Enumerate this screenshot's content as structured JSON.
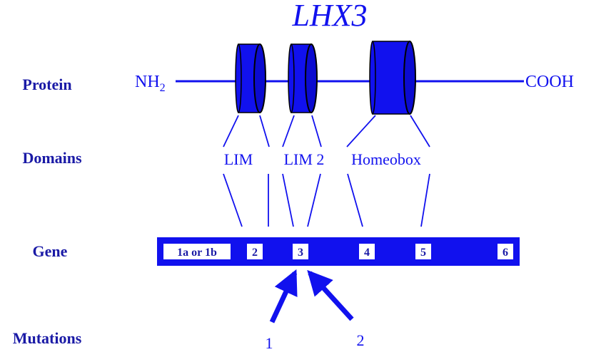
{
  "title": "LHX3",
  "row_labels": {
    "protein": "Protein",
    "domains": "Domains",
    "gene": "Gene",
    "mutations": "Mutations"
  },
  "protein": {
    "n_terminus": "NH",
    "n_terminus_subscript": "2",
    "c_terminus": "COOH"
  },
  "domains": [
    {
      "id": "lim1",
      "label": "LIM"
    },
    {
      "id": "lim2",
      "label": "LIM 2"
    },
    {
      "id": "homeobox",
      "label": "Homeobox"
    }
  ],
  "exons": [
    "1a or 1b",
    "2",
    "3",
    "4",
    "5",
    "6"
  ],
  "mutations": [
    "1",
    "2"
  ],
  "colors": {
    "primary_blue": "#1111ee",
    "label_navy": "#1a1aa6",
    "exon_box": "#ffffff"
  }
}
